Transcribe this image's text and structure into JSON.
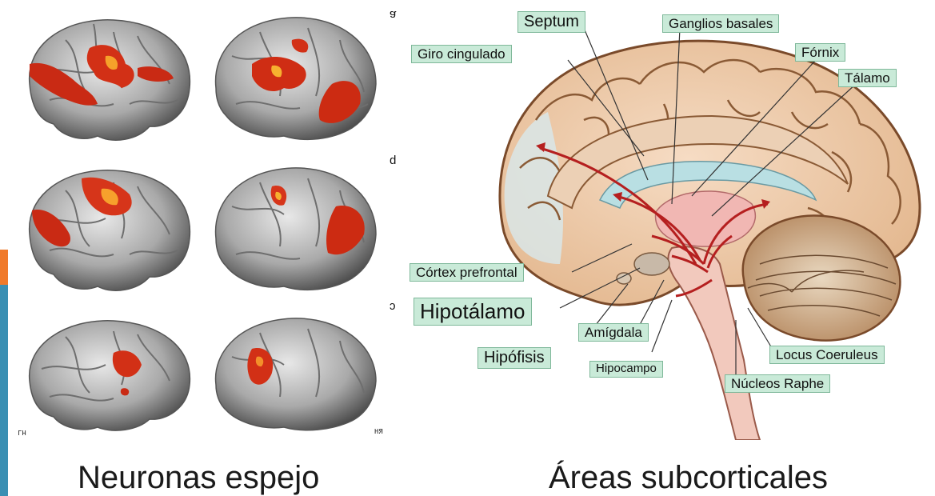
{
  "left_panel": {
    "caption": "Neuronas espejo",
    "row_marks": [
      "a",
      "b",
      "c"
    ],
    "side_tags": {
      "left": "LH",
      "right": "RH"
    }
  },
  "right_panel": {
    "caption": "Áreas subcorticales",
    "labels": {
      "septum": "Septum",
      "ganglios_basales": "Ganglios basales",
      "giro_cingulado": "Giro cingulado",
      "fornix": "Fórnix",
      "talamo": "Tálamo",
      "cortex_prefrontal": "Córtex prefrontal",
      "hipotalamo": "Hipotálamo",
      "amigdala": "Amígdala",
      "hipofisis": "Hipófisis",
      "hipocampo": "Hipocampo",
      "locus_coeruleus": "Locus Coeruleus",
      "nucleos_raphe": "Núcleos Raphe"
    }
  },
  "colors": {
    "label_fill": "#c9ead8",
    "activation": "#e0321c",
    "accent_orange": "#f07a2a",
    "accent_blue": "#3a8fb3"
  }
}
